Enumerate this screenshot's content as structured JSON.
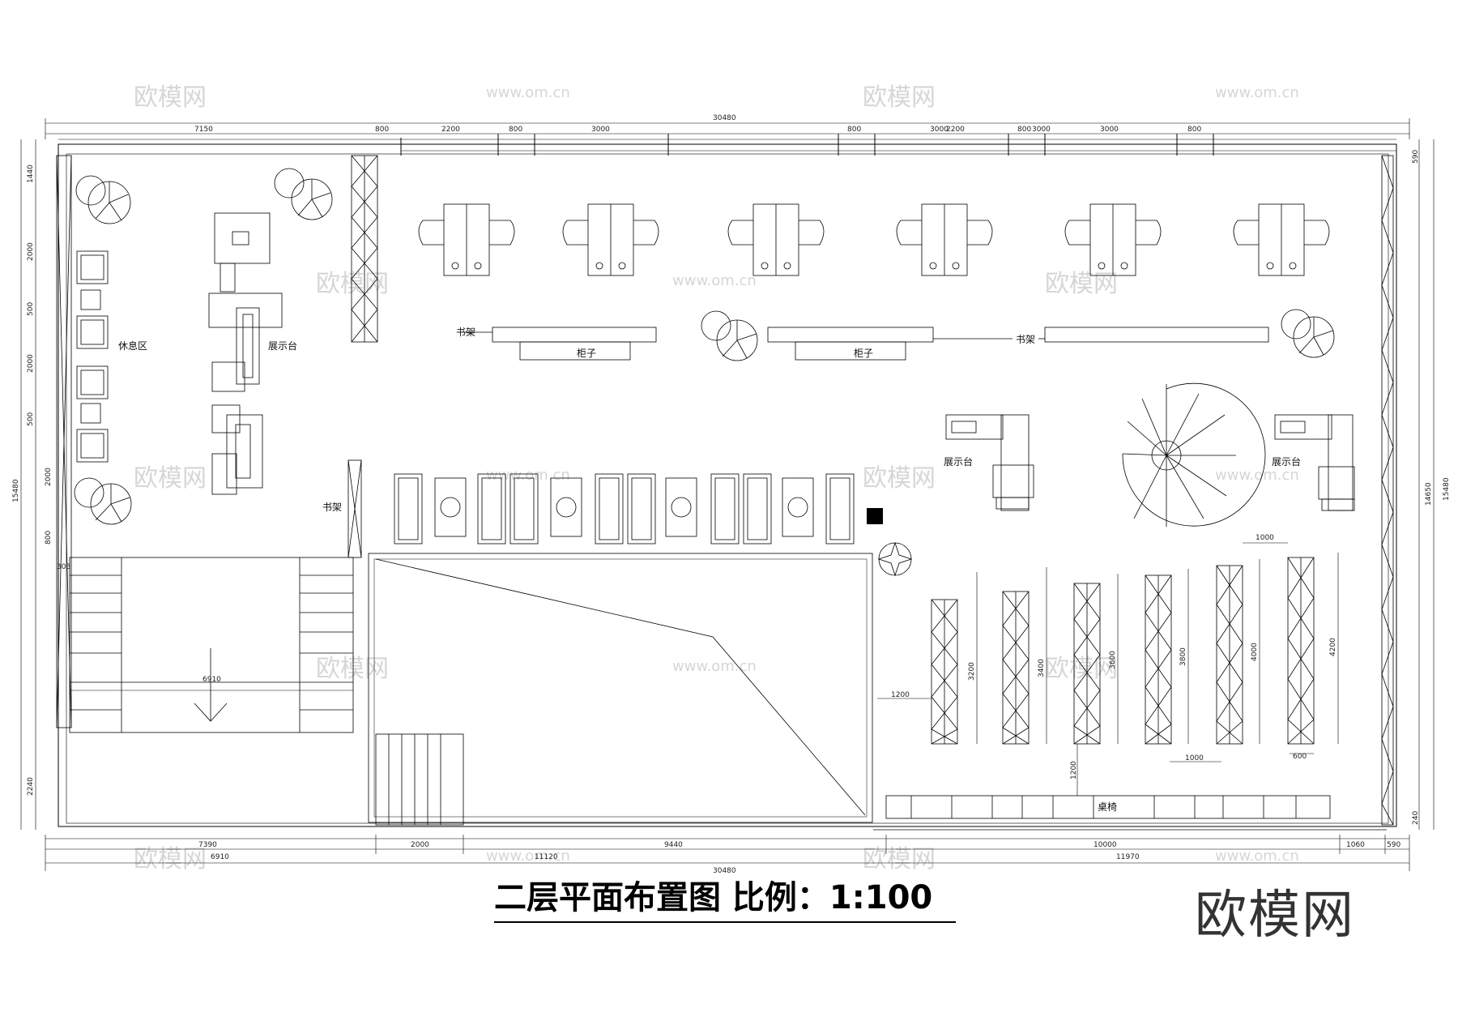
{
  "title": "二层平面布置图 比例：1:100",
  "brand": "欧模网",
  "watermarks": {
    "logo": "欧模网",
    "url": "www.om.cn"
  },
  "labels": {
    "rest_area": "休息区",
    "display_left": "展示台",
    "shelf_left": "书架",
    "shelf_top_left": "书架",
    "cabinet_1": "柜子",
    "cabinet_2": "柜子",
    "shelf_top_right": "书架",
    "display_mid": "展示台",
    "display_right": "展示台",
    "tables_chairs": "桌椅"
  },
  "dimensions": {
    "top_total": "30480",
    "top_segments": [
      "7150",
      "800",
      "2200",
      "800",
      "3000",
      "800",
      "3000",
      "2200",
      "800",
      "3000",
      "3000",
      "800"
    ],
    "bottom_upper": [
      "7390",
      "2000",
      "9440",
      "10000",
      "1060",
      "590"
    ],
    "bottom_lower": [
      "6910",
      "11120",
      "11970"
    ],
    "bottom_total": "30480",
    "left_total": "15480",
    "left_segments": [
      "1440",
      "2000",
      "500",
      "2000",
      "500",
      "2000",
      "800",
      "2240"
    ],
    "left_small": "303",
    "right_inner": "14650",
    "right_total": "15480",
    "right_segments": [
      "590",
      "240"
    ],
    "stair": "6910",
    "shelf_heights": [
      "3200",
      "3400",
      "3600",
      "3800",
      "4000",
      "4200"
    ],
    "shelf_spacing": [
      "1000",
      "1000",
      "1000",
      "600"
    ],
    "shelf_offset": "1200",
    "shelf_bottom_gap": "1200"
  }
}
